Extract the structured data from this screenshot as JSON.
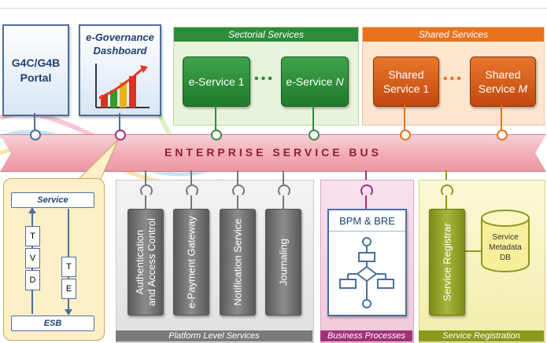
{
  "portal": {
    "line1": "G4C/G4B",
    "line2": "Portal"
  },
  "dashboard": {
    "line1": "e-Governance",
    "line2": "Dashboard"
  },
  "sectorial": {
    "title": "Sectorial Services",
    "service1": "e-Service 1",
    "service_n_prefix": "e-Service ",
    "service_n_suffix": "N",
    "dots": "•••"
  },
  "shared": {
    "title": "Shared Services",
    "service1_line1": "Shared",
    "service1_line2": "Service 1",
    "servicem_line1": "Shared",
    "servicem_line2_prefix": "Service ",
    "servicem_line2_suffix": "M",
    "dots": "•••"
  },
  "esb": {
    "label": "ENTERPRISE SERVICE BUS"
  },
  "service_detail": {
    "service_label": "Service",
    "esb_label": "ESB",
    "left_stack": [
      "T",
      "V",
      "D"
    ],
    "right_stack": [
      "T",
      "E"
    ]
  },
  "platform": {
    "footer": "Platform Level Services",
    "items": [
      {
        "line1": "Authentication",
        "line2": "and Access Control"
      },
      {
        "line1": "e-Payment Gateway",
        "line2": ""
      },
      {
        "line1": "Notification Service",
        "line2": ""
      },
      {
        "line1": "Journaling",
        "line2": ""
      }
    ]
  },
  "business": {
    "footer": "Business Processes",
    "box_label": "BPM & BRE"
  },
  "registration": {
    "footer": "Service Registration",
    "registrar": "Service Registrar",
    "db_line1": "Service",
    "db_line2": "Metadata",
    "db_line3": "DB"
  },
  "colors": {
    "sectorial_header": "#2e8b3a",
    "shared_header": "#e8731f",
    "esb_bus": "#f4b6bd",
    "platform_footer": "#7a7a7a",
    "business_footer": "#a0327a",
    "registration_footer": "#8a9a1e"
  }
}
